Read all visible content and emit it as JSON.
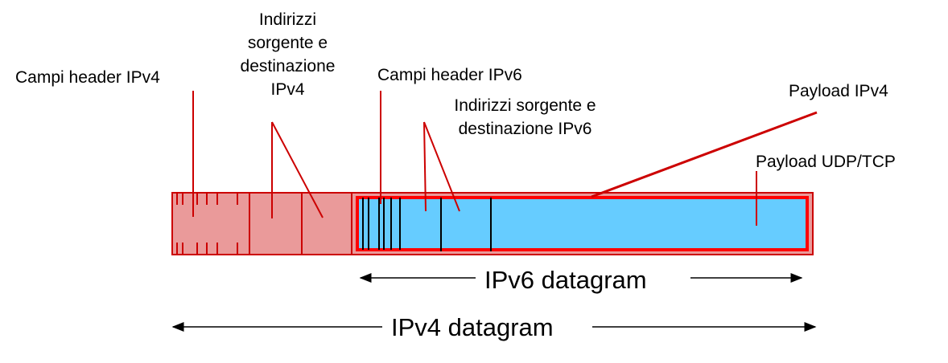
{
  "labels": {
    "ipv4_header_fields": "Campi header IPv4",
    "ipv4_addresses": [
      "Indirizzi",
      "sorgente e",
      "destinazione",
      "IPv4"
    ],
    "ipv6_header_fields": "Campi header IPv6",
    "ipv6_addresses": [
      "Indirizzi sorgente e",
      "destinazione IPv6"
    ],
    "ipv4_payload": "Payload IPv4",
    "udp_tcp_payload": "Payload UDP/TCP",
    "ipv6_datagram": "IPv6 datagram",
    "ipv4_datagram": "IPv4 datagram"
  },
  "colors": {
    "ipv4_fill": "#EA9A9A",
    "ipv4_stroke": "#CC0000",
    "ipv6_fill": "#66CCFF",
    "ipv6_stroke": "#FF0000",
    "field_divider": "#000000"
  }
}
